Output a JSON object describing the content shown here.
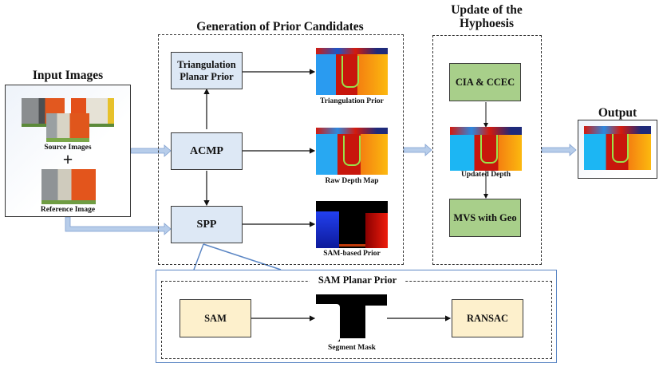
{
  "sections": {
    "input": {
      "title": "Input Images",
      "source_caption": "Source Images",
      "plus": "+",
      "reference_caption": "Reference Image"
    },
    "generation": {
      "title": "Generation of Prior Candidates",
      "boxes": {
        "triangulation": "Triangulation Planar Prior",
        "acmp": "ACMP",
        "spp": "SPP"
      },
      "outputs": {
        "triangulation_prior": "Triangulation Prior",
        "raw_depth": "Raw Depth Map",
        "sam_prior": "SAM-based Prior"
      }
    },
    "update": {
      "title": "Update of the Hyphoesis",
      "boxes": {
        "cia": "CIA & CCEC",
        "mvs": "MVS with Geo"
      },
      "updated_caption": "Updated Depth"
    },
    "output": {
      "title": "Output"
    },
    "sam_planar": {
      "title": "SAM Planar Prior",
      "boxes": {
        "sam": "SAM",
        "ransac": "RANSAC"
      },
      "mask_caption": "Segment Mask"
    }
  },
  "colors": {
    "process_blue": "#dde8f5",
    "update_green": "#a8cf8a",
    "sam_cream": "#fdf0cc",
    "flow_arrow": "#b7cdea",
    "zoom_outline": "#5b86c4"
  }
}
